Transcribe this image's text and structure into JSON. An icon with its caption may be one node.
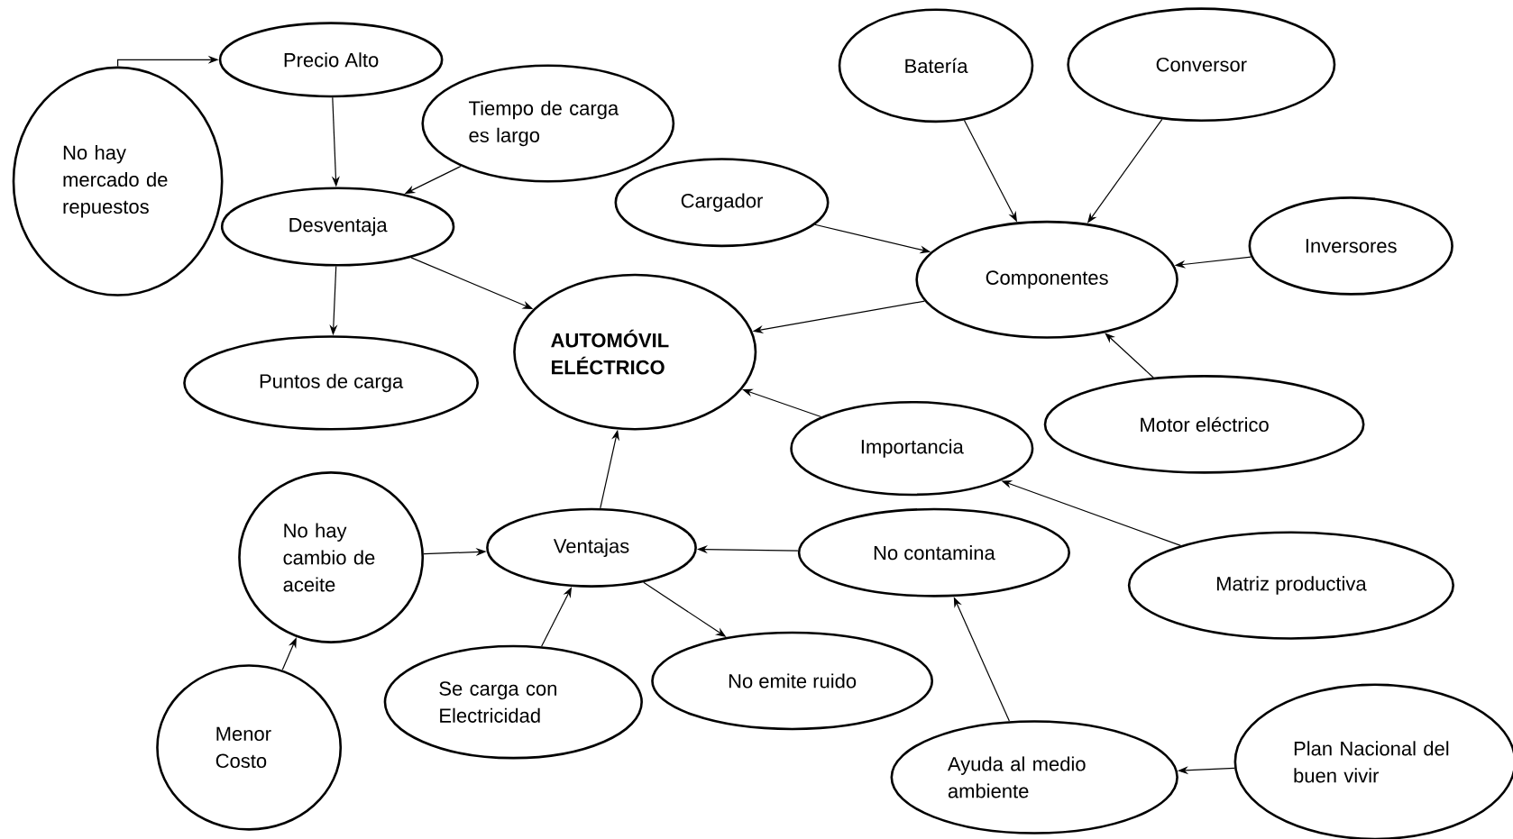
{
  "diagram": {
    "nodes": [
      {
        "text": [
          "Precio Alto"
        ]
      },
      {
        "text": [
          "No hay mercado de repuestos"
        ]
      },
      {
        "text": [
          "Tiempo de carga es largo"
        ]
      },
      {
        "text": [
          "Desventaja"
        ]
      },
      {
        "text": [
          "Puntos de carga"
        ]
      },
      {
        "text": [
          "AUTOMÓVIL ELÉCTRICO"
        ]
      },
      {
        "text": [
          "Batería"
        ]
      },
      {
        "text": [
          "Conversor"
        ]
      },
      {
        "text": [
          "Cargador"
        ]
      },
      {
        "text": [
          "Componentes"
        ]
      },
      {
        "text": [
          "Inversores"
        ]
      },
      {
        "text": [
          "Motor eléctrico"
        ]
      },
      {
        "text": [
          "Importancia"
        ]
      },
      {
        "text": [
          "No hay cambio de aceite"
        ]
      },
      {
        "text": [
          "Ventajas"
        ]
      },
      {
        "text": [
          "No contamina"
        ]
      },
      {
        "text": [
          "Matriz productiva"
        ]
      },
      {
        "text": [
          "Menor Costo"
        ]
      },
      {
        "text": [
          "Se carga con Electricidad"
        ]
      },
      {
        "text": [
          "No emite ruido"
        ]
      },
      {
        "text": [
          "Ayuda al medio ambiente"
        ]
      },
      {
        "text": [
          "Plan Nacional del buen vivir"
        ]
      }
    ],
    "edges": [
      {
        "from": 1,
        "to": 0,
        "arrow": "to"
      },
      {
        "from": 0,
        "to": 3,
        "arrow": "to"
      },
      {
        "from": 2,
        "to": 3,
        "arrow": "to"
      },
      {
        "from": 3,
        "to": 5,
        "arrow": "to"
      },
      {
        "from": 3,
        "to": 4,
        "arrow": "to"
      },
      {
        "from": 6,
        "to": 9,
        "arrow": "to"
      },
      {
        "from": 7,
        "to": 9,
        "arrow": "to"
      },
      {
        "from": 8,
        "to": 9,
        "arrow": "to"
      },
      {
        "from": 10,
        "to": 9,
        "arrow": "to"
      },
      {
        "from": 9,
        "to": 5,
        "arrow": "to"
      },
      {
        "from": 11,
        "to": 9,
        "arrow": "to"
      },
      {
        "from": 12,
        "to": 5,
        "arrow": "to"
      },
      {
        "from": 16,
        "to": 12,
        "arrow": "to"
      },
      {
        "from": 14,
        "to": 5,
        "arrow": "to"
      },
      {
        "from": 13,
        "to": 14,
        "arrow": "to"
      },
      {
        "from": 18,
        "to": 14,
        "arrow": "to"
      },
      {
        "from": 14,
        "to": 19,
        "arrow": "to"
      },
      {
        "from": 15,
        "to": 14,
        "arrow": "to"
      },
      {
        "from": 20,
        "to": 15,
        "arrow": "to"
      },
      {
        "from": 21,
        "to": 20,
        "arrow": "to"
      },
      {
        "from": 17,
        "to": 13,
        "arrow": "to"
      }
    ]
  }
}
